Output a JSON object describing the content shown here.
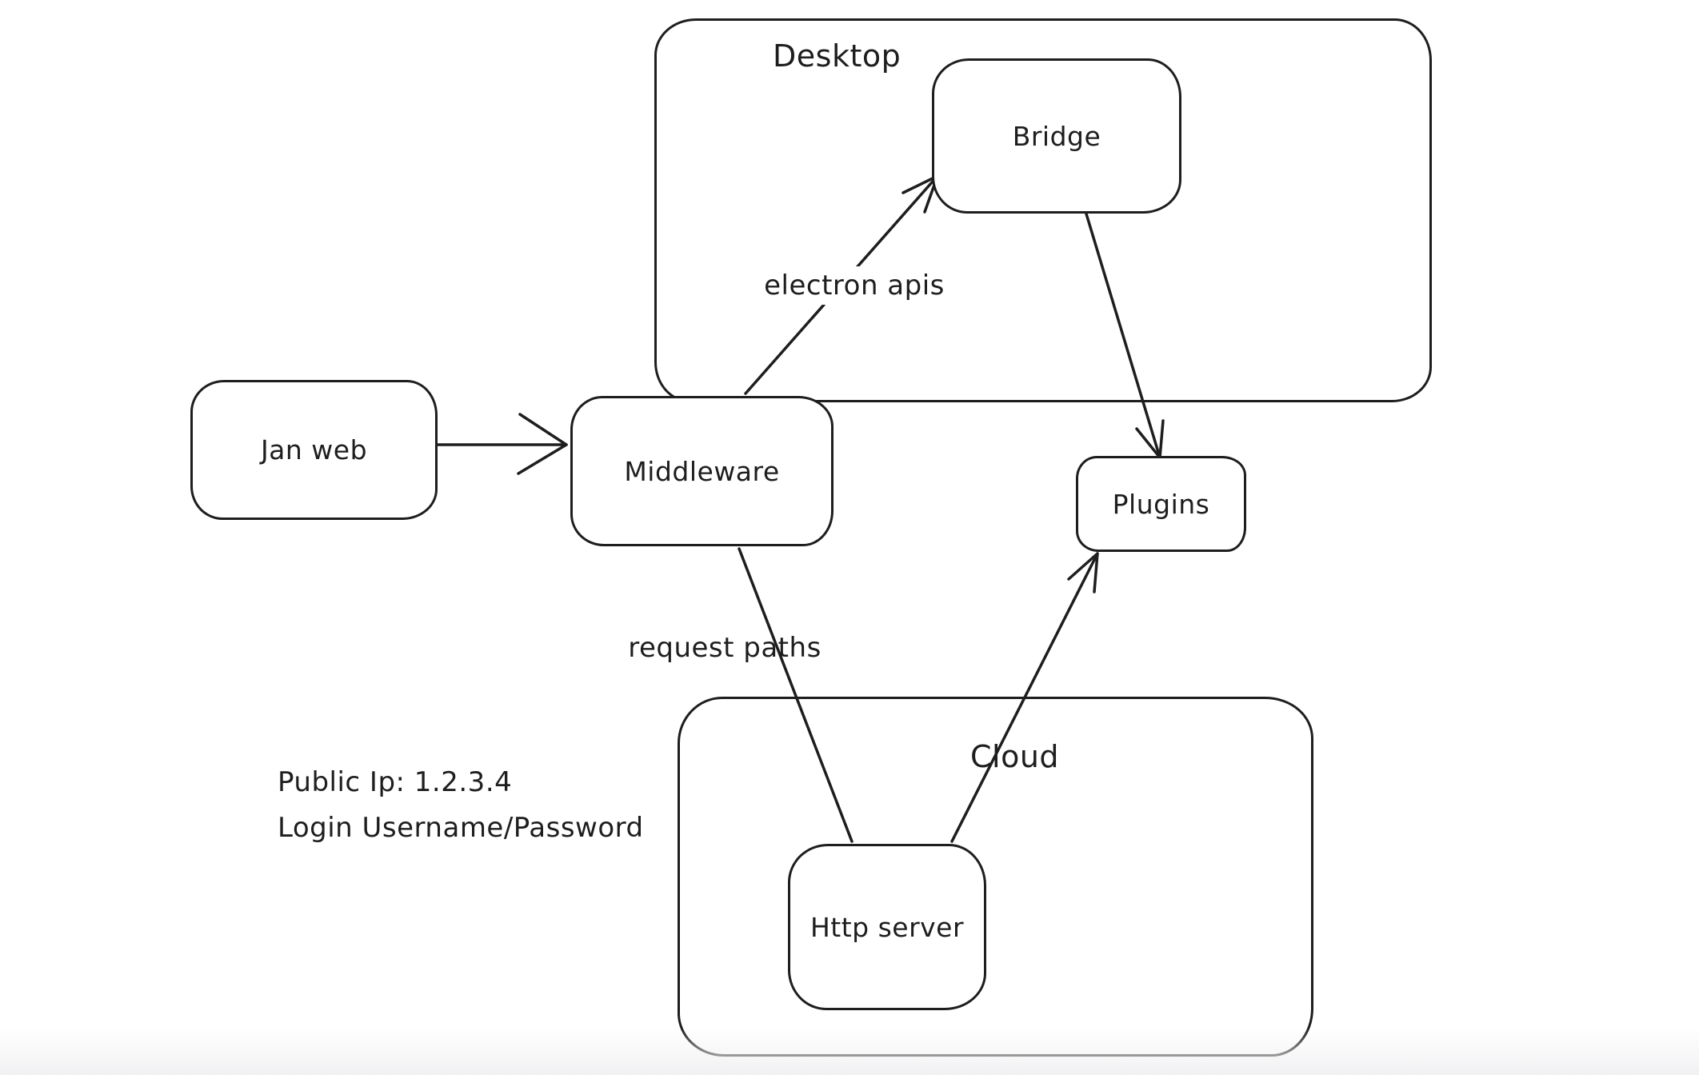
{
  "canvas": {
    "background_color": "#ffffff",
    "stroke_color": "#1e1e1e",
    "bottom_fade_color": "#f1f1f3"
  },
  "containers": {
    "desktop": {
      "label": "Desktop"
    },
    "cloud": {
      "label": "Cloud"
    }
  },
  "nodes": {
    "jan_web": {
      "label": "Jan web"
    },
    "middleware": {
      "label": "Middleware"
    },
    "bridge": {
      "label": "Bridge"
    },
    "plugins": {
      "label": "Plugins"
    },
    "http_server": {
      "label": "Http server"
    }
  },
  "edges": {
    "jan_web_to_middleware": {
      "from": "Jan web",
      "to": "Middleware",
      "label": "",
      "arrowhead": "at Middleware"
    },
    "middleware_to_bridge": {
      "from": "Middleware",
      "to": "Bridge",
      "label": "electron apis",
      "arrowhead": "at Bridge"
    },
    "bridge_to_plugins": {
      "from": "Bridge",
      "to": "Plugins",
      "label": "",
      "arrowhead": "at Plugins"
    },
    "middleware_to_http_server": {
      "from": "Middleware",
      "to": "Http server",
      "label": "request paths",
      "arrowhead": "none"
    },
    "http_server_to_plugins": {
      "from": "Http server",
      "to": "Plugins",
      "label": "",
      "arrowhead": "at Plugins"
    }
  },
  "annotations": {
    "public_ip": "Public Ip: 1.2.3.4",
    "login": "Login Username/Password"
  }
}
